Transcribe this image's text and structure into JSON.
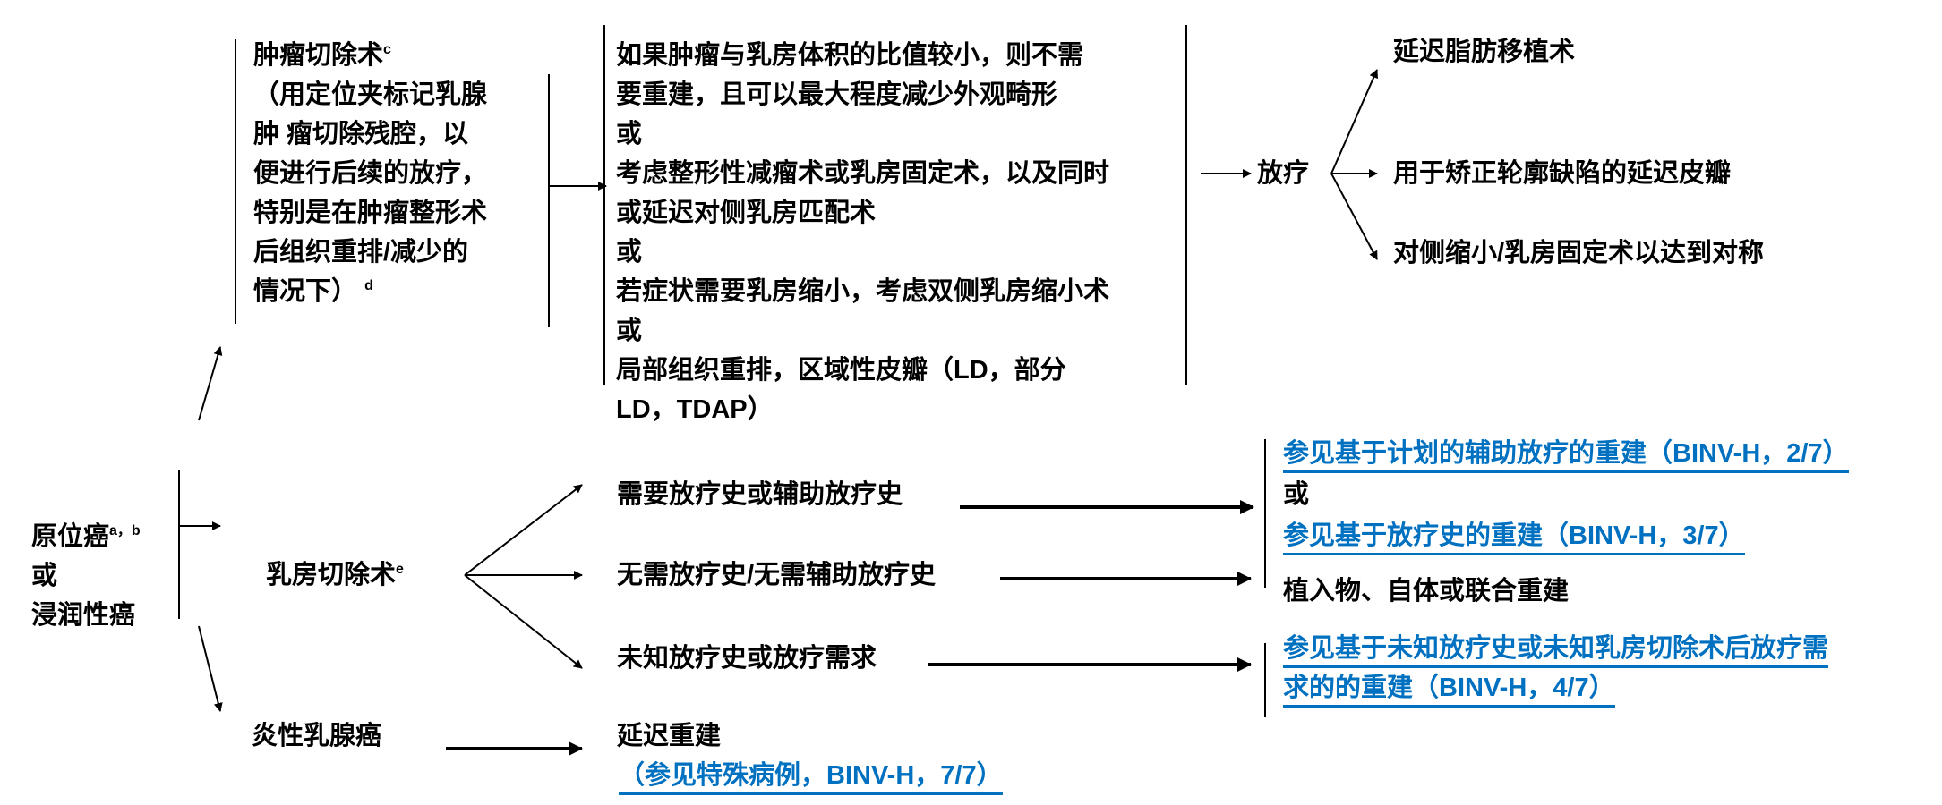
{
  "root": {
    "line1": "原位癌",
    "sup1": "a，b",
    "line2": "或",
    "line3": "浸润性癌"
  },
  "lumpectomy": {
    "title": "肿瘤切除术",
    "title_sup": "c",
    "lines": [
      "（用定位夹标记乳腺",
      "肿 瘤切除残腔，以",
      "便进行后续的放疗，",
      "特别是在肿瘤整形术",
      "后组织重排/减少的",
      "情况下）"
    ],
    "end_sup": "d"
  },
  "lumpectomy_options": [
    "如果肿瘤与乳房体积的比值较小，则不需",
    "要重建，且可以最大程度减少外观畸形",
    "或",
    "考虑整形性减瘤术或乳房固定术，以及同时",
    "或延迟对侧乳房匹配术",
    "或",
    "若症状需要乳房缩小，考虑双侧乳房缩小术",
    "或",
    "局部组织重排，区域性皮瓣（LD，部分",
    "LD，TDAP）"
  ],
  "radiation": "放疗",
  "post_radiation": [
    "延迟脂肪移植术",
    "用于矫正轮廓缺陷的延迟皮瓣",
    "对侧缩小/乳房固定术以达到对称"
  ],
  "mastectomy": {
    "label": "乳房切除术",
    "sup": "e"
  },
  "mastectomy_branches": [
    "需要放疗史或辅助放疗史",
    "无需放疗史/无需辅助放疗史",
    "未知放疗史或放疗需求"
  ],
  "outcomes": {
    "link1": "参见基于计划的辅助放疗的重建（BINV-H，2/7）",
    "or": "或",
    "link2": "参见基于放疗史的重建（BINV-H，3/7）",
    "implant": "植入物、自体或联合重建",
    "link3_line1": "参见基于未知放疗史或未知乳房切除术后放疗需",
    "link3_line2": "求的的重建（BINV-H，4/7）"
  },
  "inflammatory": {
    "label": "炎性乳腺癌",
    "result": "延迟重建",
    "link": "（参见特殊病例，BINV-H，7/7）"
  },
  "colors": {
    "link": "#0070c0",
    "text": "#000000"
  }
}
